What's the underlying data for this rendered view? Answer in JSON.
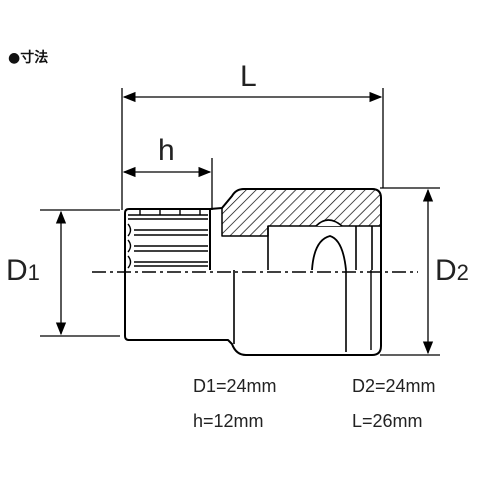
{
  "section": {
    "bullet": "●",
    "title": "寸法"
  },
  "labels": {
    "L": "L",
    "h": "h",
    "D1_main": "D",
    "D1_sub": "1",
    "D2_main": "D",
    "D2_sub": "2"
  },
  "specs": {
    "D1": "D1=24mm",
    "D2": "D2=24mm",
    "h": "h=12mm",
    "L": "L=26mm"
  }
}
